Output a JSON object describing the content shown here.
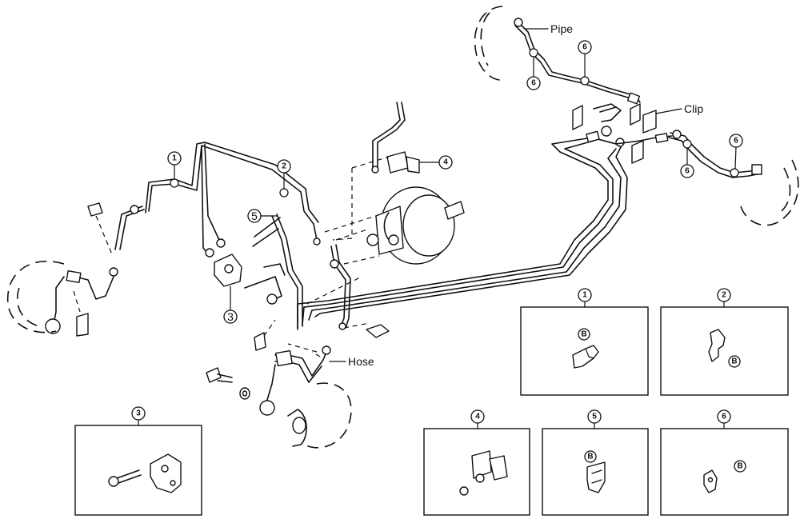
{
  "callouts": {
    "pipe": "Pipe",
    "clip": "Clip",
    "hose": "Hose"
  },
  "markers": {
    "m1": "1",
    "m2": "2",
    "m3": "3",
    "m4": "4",
    "m5": "5",
    "m6": "6"
  },
  "detail_boxes": {
    "box1": {
      "number": "1",
      "badge": "B"
    },
    "box2": {
      "number": "2",
      "badge": "B"
    },
    "box3": {
      "number": "3"
    },
    "box4": {
      "number": "4"
    },
    "box5": {
      "number": "5",
      "badge": "B"
    },
    "box6": {
      "number": "6",
      "badge": "B"
    }
  }
}
